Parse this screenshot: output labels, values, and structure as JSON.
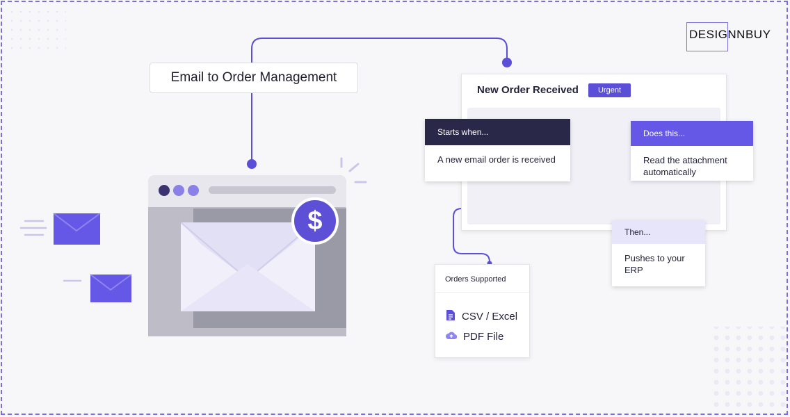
{
  "title": "Email to Order Management",
  "brand": "DESIGNNBUY",
  "order_panel": {
    "title": "New Order Received",
    "badge": "Urgent"
  },
  "steps": {
    "starts": {
      "header": "Starts when...",
      "body": "A new email order is received"
    },
    "does": {
      "header": "Does this...",
      "body": "Read the attachment automatically"
    },
    "then": {
      "header": "Then...",
      "body": "Pushes to your ERP"
    }
  },
  "supported": {
    "header": "Orders Supported",
    "items": [
      {
        "label": "CSV / Excel",
        "icon": "document-icon"
      },
      {
        "label": "PDF File",
        "icon": "cloud-upload-icon"
      }
    ]
  },
  "icons": {
    "hero": "mail-browser-icon",
    "coin": "dollar-coin-icon",
    "small_mail": "envelope-icon"
  },
  "colors": {
    "accent": "#5b4fd8",
    "dark_header": "#2a2848",
    "light_header": "#e7e5fa",
    "frame": "#7b6fe0",
    "browser": "#bdbcc7"
  }
}
